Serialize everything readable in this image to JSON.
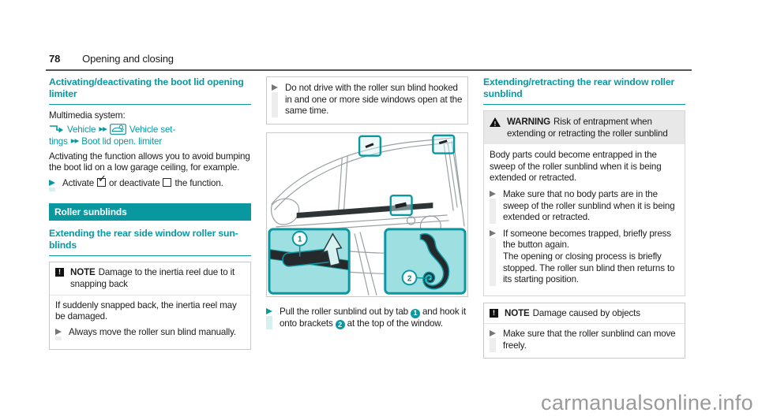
{
  "header": {
    "page_number": "78",
    "chapter": "Opening and closing"
  },
  "icons": {
    "note_glyph": "!",
    "warning_glyph": "!",
    "check_glyph": "✓",
    "double_chevron_glyph": "▶▶"
  },
  "colors": {
    "accent": "#0a98a0",
    "step_stripe": "#d6eff1",
    "inset_background": "#9edfe2",
    "watermark_gray": "#9a9a9a"
  },
  "left_column": {
    "boot_lid": {
      "heading_line1": "Activating/deactivating the boot lid opening",
      "heading_line2": "limiter",
      "multimedia_label": "Multimedia system:",
      "menu_path": {
        "item1": "Vehicle",
        "item2_line1": "Vehicle set-",
        "item2_line2": "tings",
        "item3": "Boot lid open. limiter"
      },
      "body": "Activating the function allows you to avoid bumping the boot lid on a low garage ceiling, for example.",
      "activate_step": {
        "part1": "Activate",
        "part2": "or deactivate",
        "part3": "the function."
      }
    },
    "band_title": "Roller sunblinds",
    "side_blinds": {
      "heading_line1": "Extending the rear side window roller sun-",
      "heading_line2": "blinds",
      "note": {
        "label": "NOTE",
        "title": "Damage to the inertia reel due to it snapping back",
        "body": "If suddenly snapped back, the inertia reel may be damaged.",
        "step": "Always move the roller sun blind manually."
      }
    }
  },
  "middle_column": {
    "carryover_step": "Do not drive with the roller sun blind hooked in and one or more side windows open at the same time.",
    "figure": {
      "callout1": "1",
      "callout2": "2"
    },
    "pull_step": {
      "part1": "Pull the roller sunblind out by tab",
      "num1": "1",
      "part2": "and hook it onto brackets",
      "num2": "2",
      "part3": "at the top of the window."
    }
  },
  "right_column": {
    "rear_blind": {
      "heading_line1": "Extending/retracting the rear window roller",
      "heading_line2": "sunblind",
      "warning": {
        "label": "WARNING",
        "title": "Risk of entrapment when extending or retracting the roller sunblind",
        "body": "Body parts could become entrapped in the sweep of the roller sunblind when it is being extended or retracted.",
        "step1": "Make sure that no body parts are in the sweep of the roller sunblind when it is being extended or retracted.",
        "step2_line1": "If someone becomes trapped, briefly press the button again.",
        "step2_line2": "The opening or closing process is briefly stopped. The roller sun blind then returns to its starting position."
      },
      "note": {
        "label": "NOTE",
        "title": "Damage caused by objects",
        "step": "Make sure that the roller sunblind can move freely."
      }
    }
  },
  "watermark": "carmanualsonline.info"
}
